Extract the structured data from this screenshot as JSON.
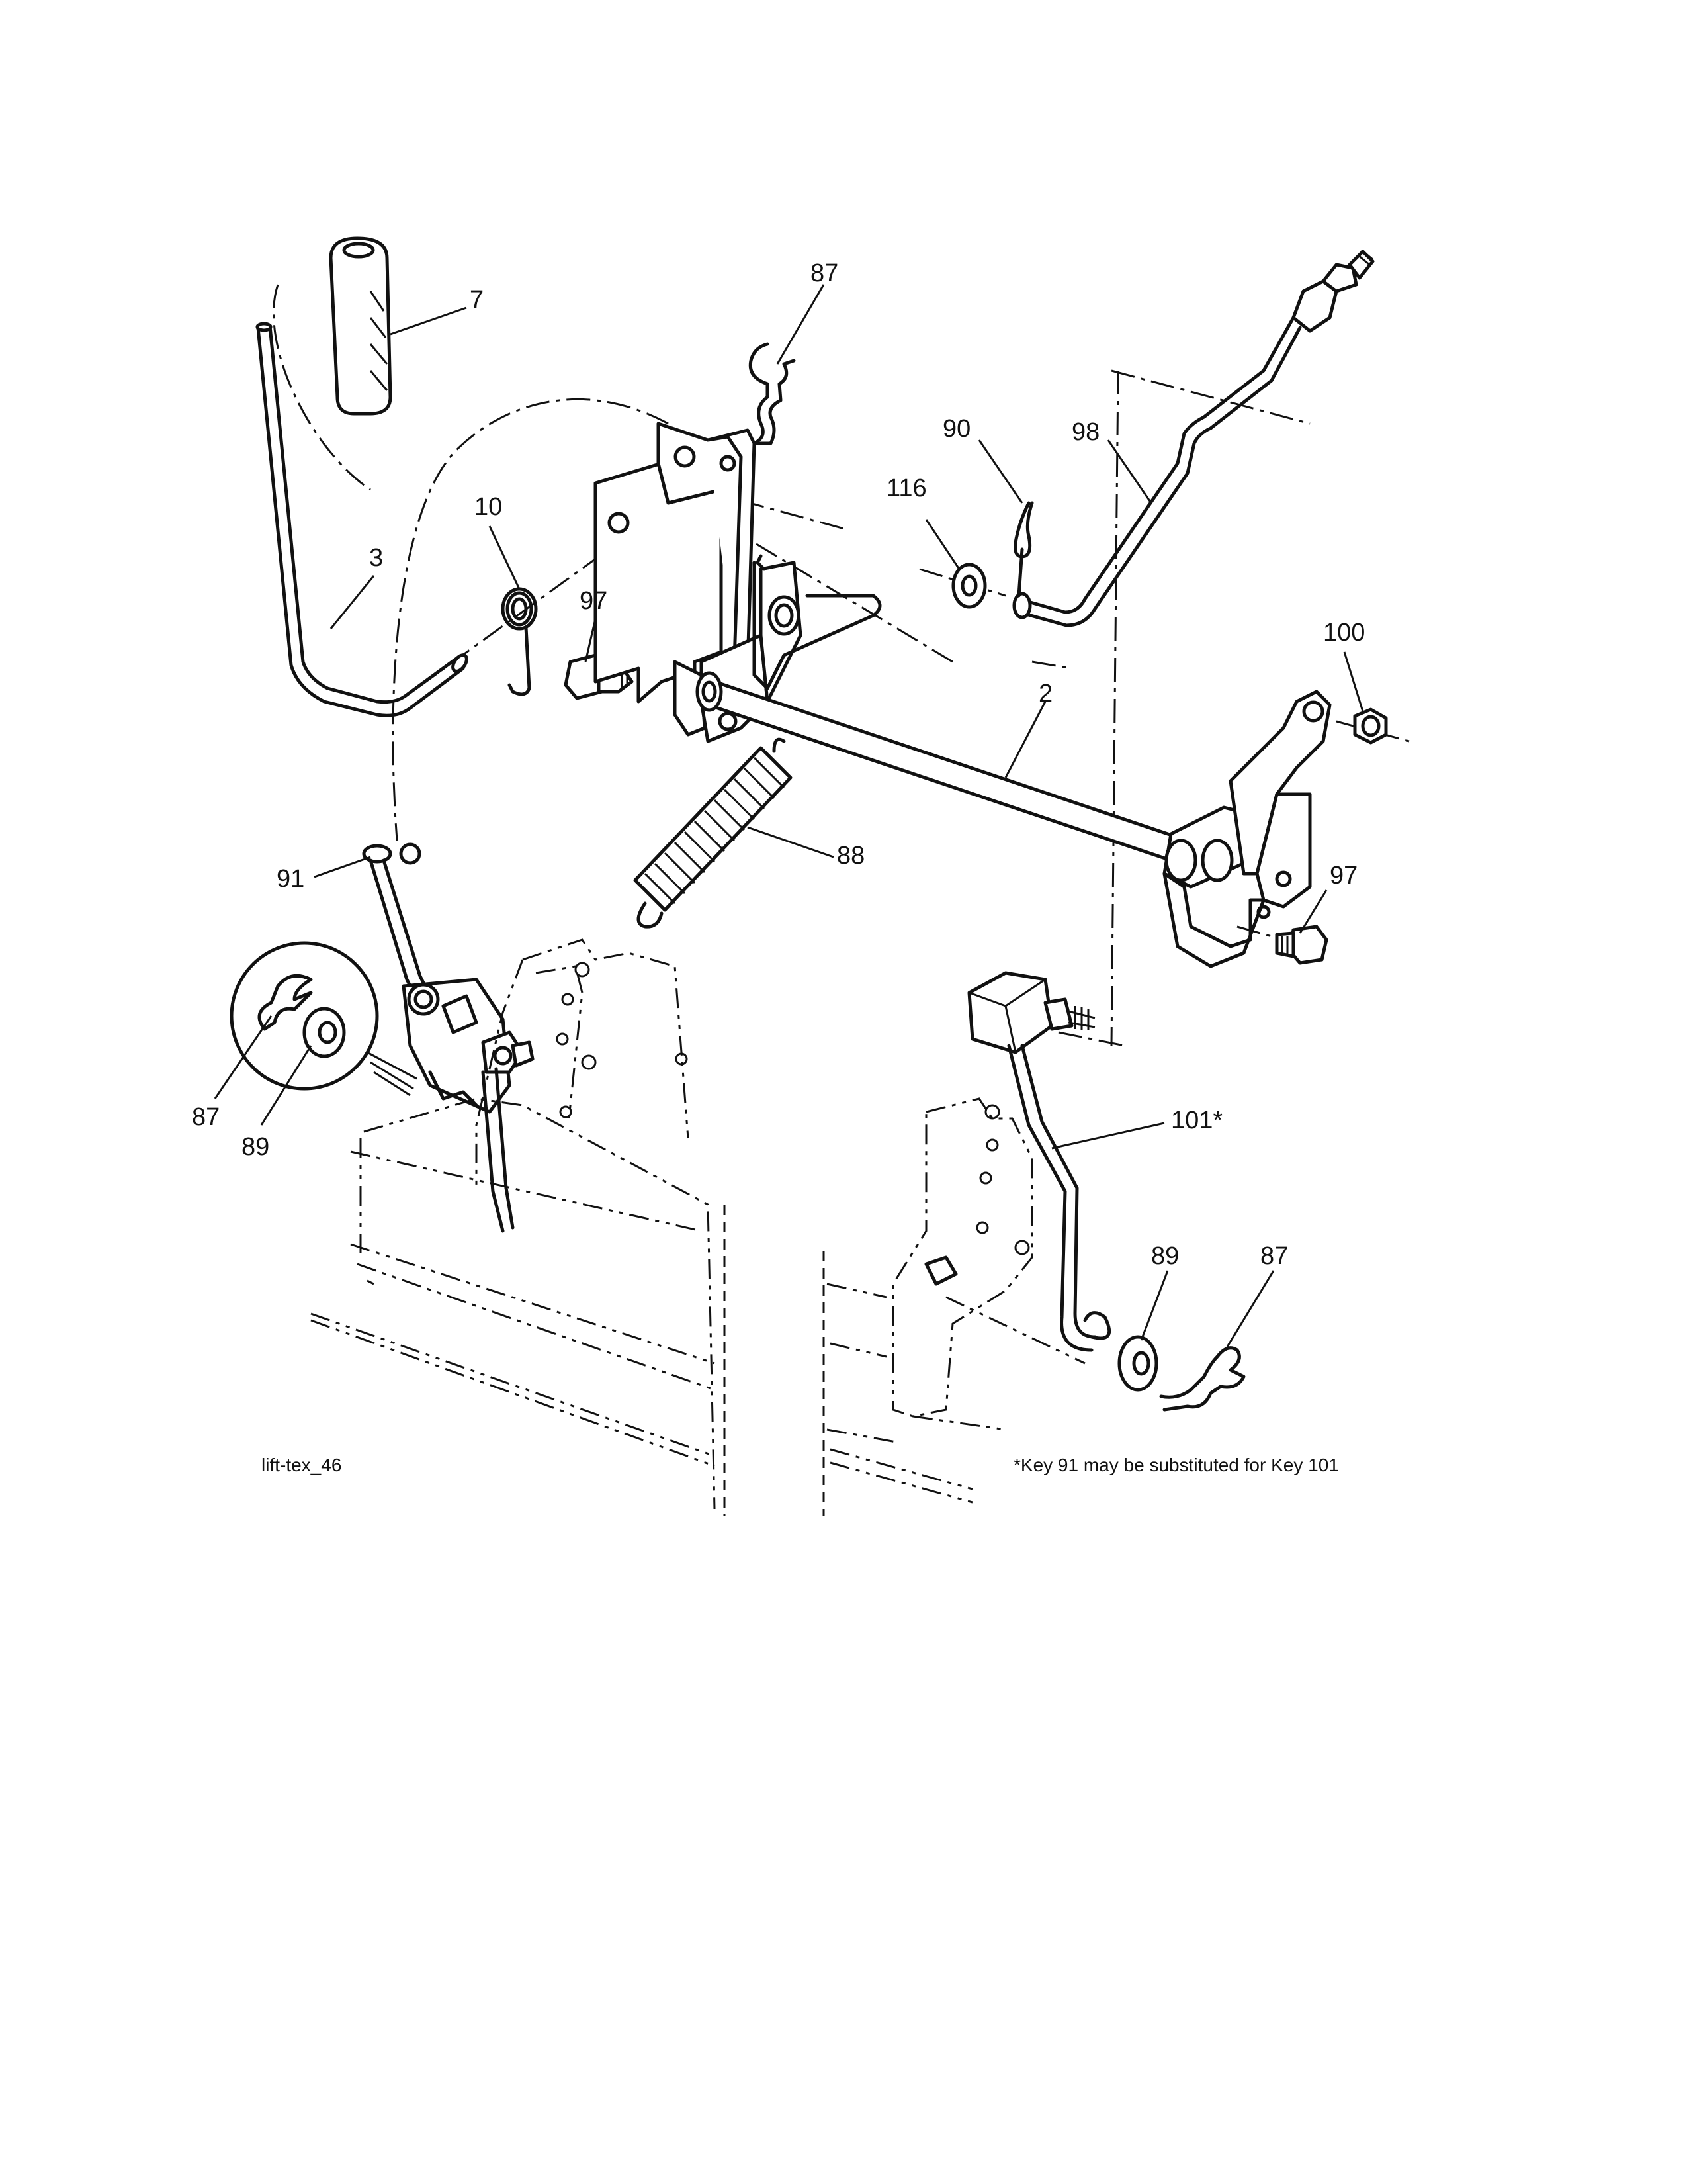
{
  "diagram": {
    "callouts": {
      "c7": "7",
      "c87_top": "87",
      "c90": "90",
      "c98": "98",
      "c116": "116",
      "c10": "10",
      "c3": "3",
      "c97_left": "97",
      "c2": "2",
      "c100": "100",
      "c88": "88",
      "c91": "91",
      "c97_right": "97",
      "c87_detail": "87",
      "c89_detail": "89",
      "c101": "101*",
      "c89_right": "89",
      "c87_right": "87"
    },
    "figure_id": "lift-tex_46",
    "footnote": "*Key 91 may be substituted for Key 101"
  }
}
